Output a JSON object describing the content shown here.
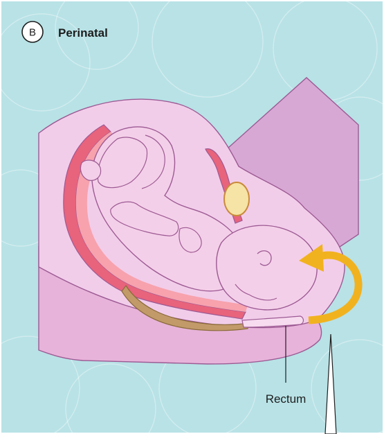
{
  "panel": {
    "letter": "B",
    "title": "Perinatal"
  },
  "labels": {
    "rectum": "Rectum"
  },
  "colors": {
    "background": "#b8e2e6",
    "skin_light": "#f2cdea",
    "skin_mid": "#e7b3da",
    "skin_outline": "#9c5a93",
    "uterus_wall": "#e8637c",
    "uterus_inner": "#f7a2ad",
    "bone": "#f6e3a6",
    "sacrum": "#c29a6a",
    "arrow": "#f1b21f"
  },
  "icons": {
    "rotation_arrow": "curved-arrow-icon"
  }
}
